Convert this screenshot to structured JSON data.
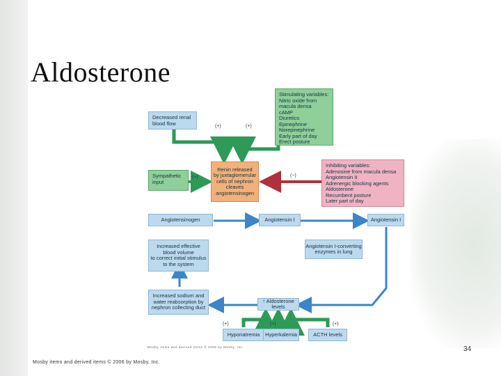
{
  "slide": {
    "title": "Aldosterone",
    "page_number": "34",
    "footer": "Mosby items and derived items © 2006 by Mosby, Inc."
  },
  "figure": {
    "credit": "Mosby items and derived items © 2006 by Mosby, Inc.",
    "boxes": {
      "decreased_renal": "Decreased renal\nblood flow",
      "stimulating": "Stimulating variables:\n  Nitric oxide from\n    macula densa\n  cAMP\n  Diuretics\n  Epinephrine\n  Norepinephrine\n  Early part of day\n  Erect posture",
      "sympathetic": "Sympathetic\ninput",
      "renin": "Renin released\nby juxtaglomerular\ncells of nephron\ncleaves\nangiotensinogen",
      "inhibiting": "Inhibiting variables:\n  Adenosine from macula densa\n  Angiotensin II\n  Adrenergic blocking agents\n  Aldosterone\n  Recumbent posture\n  Later part of day",
      "angiotensinogen": "Angiotensinogen",
      "angiotensin1_mid": "Angiotensin I",
      "angiotensin1_right": "Angiotensin I",
      "increased_volume": "Increased effective\nblood volume\nto correct initial stimulus\nto the system",
      "converting_enzyme": "Angiotensin I-converting\nenzymes in lung",
      "increased_sodium": "Increased sodium and\nwater reabsorption by\nnephron collecting duct",
      "aldosterone_levels": "↑ Aldosterone levels",
      "hyponatremia": "Hyponatremia",
      "hyperkalemia": "Hyperkalemia",
      "acth": "ACTH levels"
    },
    "signs": {
      "renal_plus": "(+)",
      "stim_plus": "(+)",
      "symp_plus": "(+)",
      "inhib_minus": "(−)",
      "hypo_plus": "(+)",
      "hyper_plus": "(+)",
      "acth_plus": "(+)"
    },
    "colors": {
      "blue_box": "#bcd9ee",
      "green_box": "#8fcf9a",
      "pink_box": "#f0b3c4",
      "orange_box": "#f2b07a",
      "blue_arrow": "#3a86c8",
      "green_arrow": "#2e9a58",
      "red_arrow": "#b0303c"
    }
  }
}
